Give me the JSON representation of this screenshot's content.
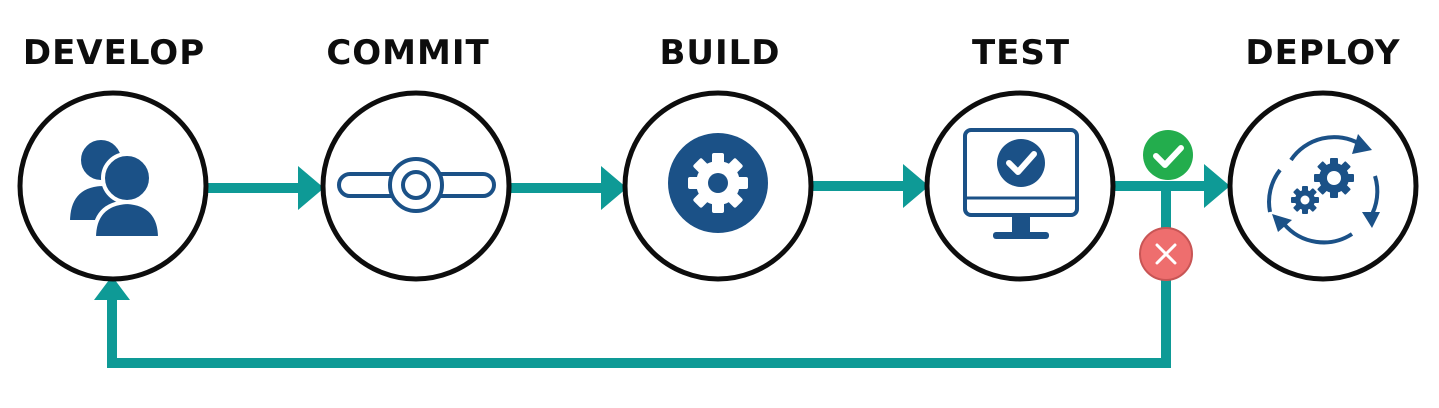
{
  "stages": [
    {
      "label": "DEVELOP",
      "icon": "users-icon"
    },
    {
      "label": "COMMIT",
      "icon": "git-commit-icon"
    },
    {
      "label": "BUILD",
      "icon": "gear-icon"
    },
    {
      "label": "TEST",
      "icon": "monitor-check-icon"
    },
    {
      "label": "DEPLOY",
      "icon": "gears-cycle-icon"
    }
  ],
  "status": {
    "pass_icon": "check-circle-icon",
    "fail_icon": "x-circle-icon"
  },
  "colors": {
    "arrow": "#0e9a96",
    "icon": "#1b5187",
    "pass": "#23ad4d",
    "fail": "#ee6e6e",
    "circle_border": "#0d0d0d"
  }
}
